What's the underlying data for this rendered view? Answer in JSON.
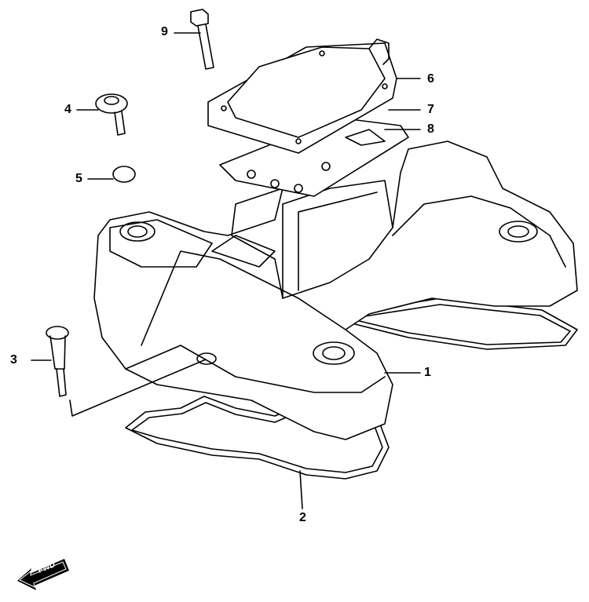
{
  "diagram": {
    "callouts": [
      {
        "number": "1",
        "part": "cylinder-head-cover"
      },
      {
        "number": "2",
        "part": "head-cover-gasket"
      },
      {
        "number": "3",
        "part": "cover-bolt"
      },
      {
        "number": "4",
        "part": "cover-bolt-with-washer"
      },
      {
        "number": "5",
        "part": "o-ring"
      },
      {
        "number": "6",
        "part": "breather-cover"
      },
      {
        "number": "7",
        "part": "breather-plate"
      },
      {
        "number": "8",
        "part": "breather-gasket"
      },
      {
        "number": "9",
        "part": "breather-cover-bolt"
      }
    ],
    "direction_marker": "FWD"
  }
}
